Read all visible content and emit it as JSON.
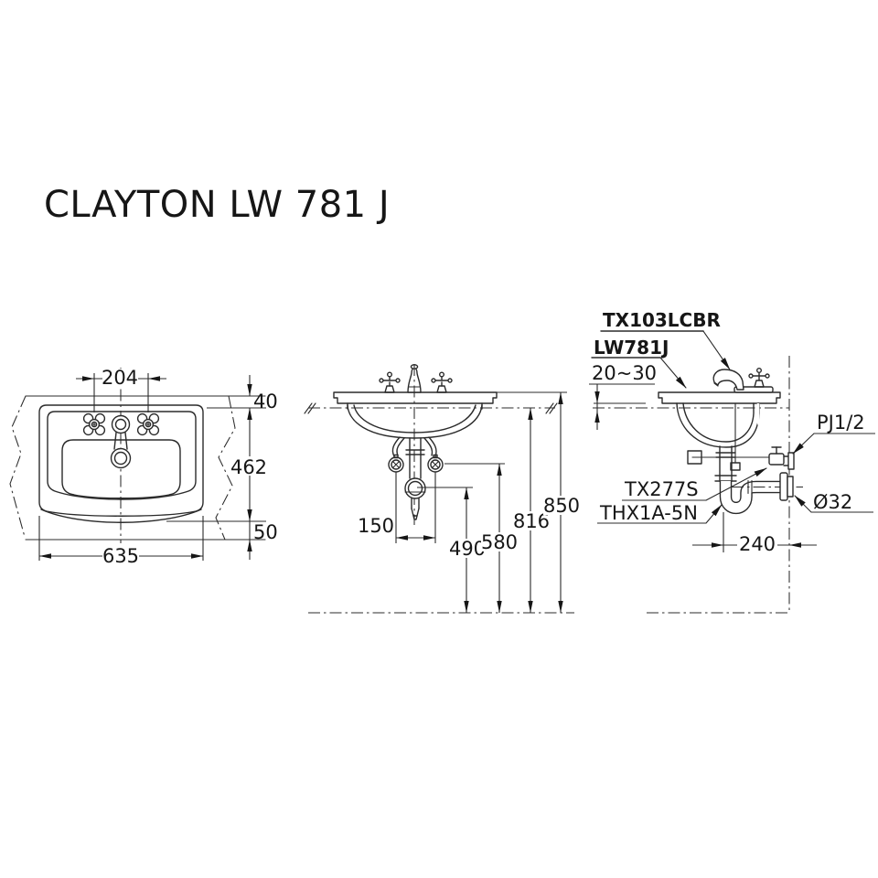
{
  "title": "CLAYTON LW 781 J",
  "plan": {
    "d204": "204",
    "d40": "40",
    "d462": "462",
    "d50": "50",
    "d635": "635"
  },
  "front": {
    "d150": "150",
    "d490": "490",
    "d580": "580",
    "d816": "816",
    "d850": "850"
  },
  "side": {
    "faucet_model": "TX103LCBR",
    "basin_model": "LW781J",
    "thickness": "20~30",
    "supply": "PJ1/2",
    "stop_valve": "TX277S",
    "trap": "THX1A-5N",
    "waste": "Ø32",
    "d240": "240"
  },
  "colors": {
    "line": "#2b2b2b",
    "text": "#161616",
    "background": "#ffffff"
  }
}
